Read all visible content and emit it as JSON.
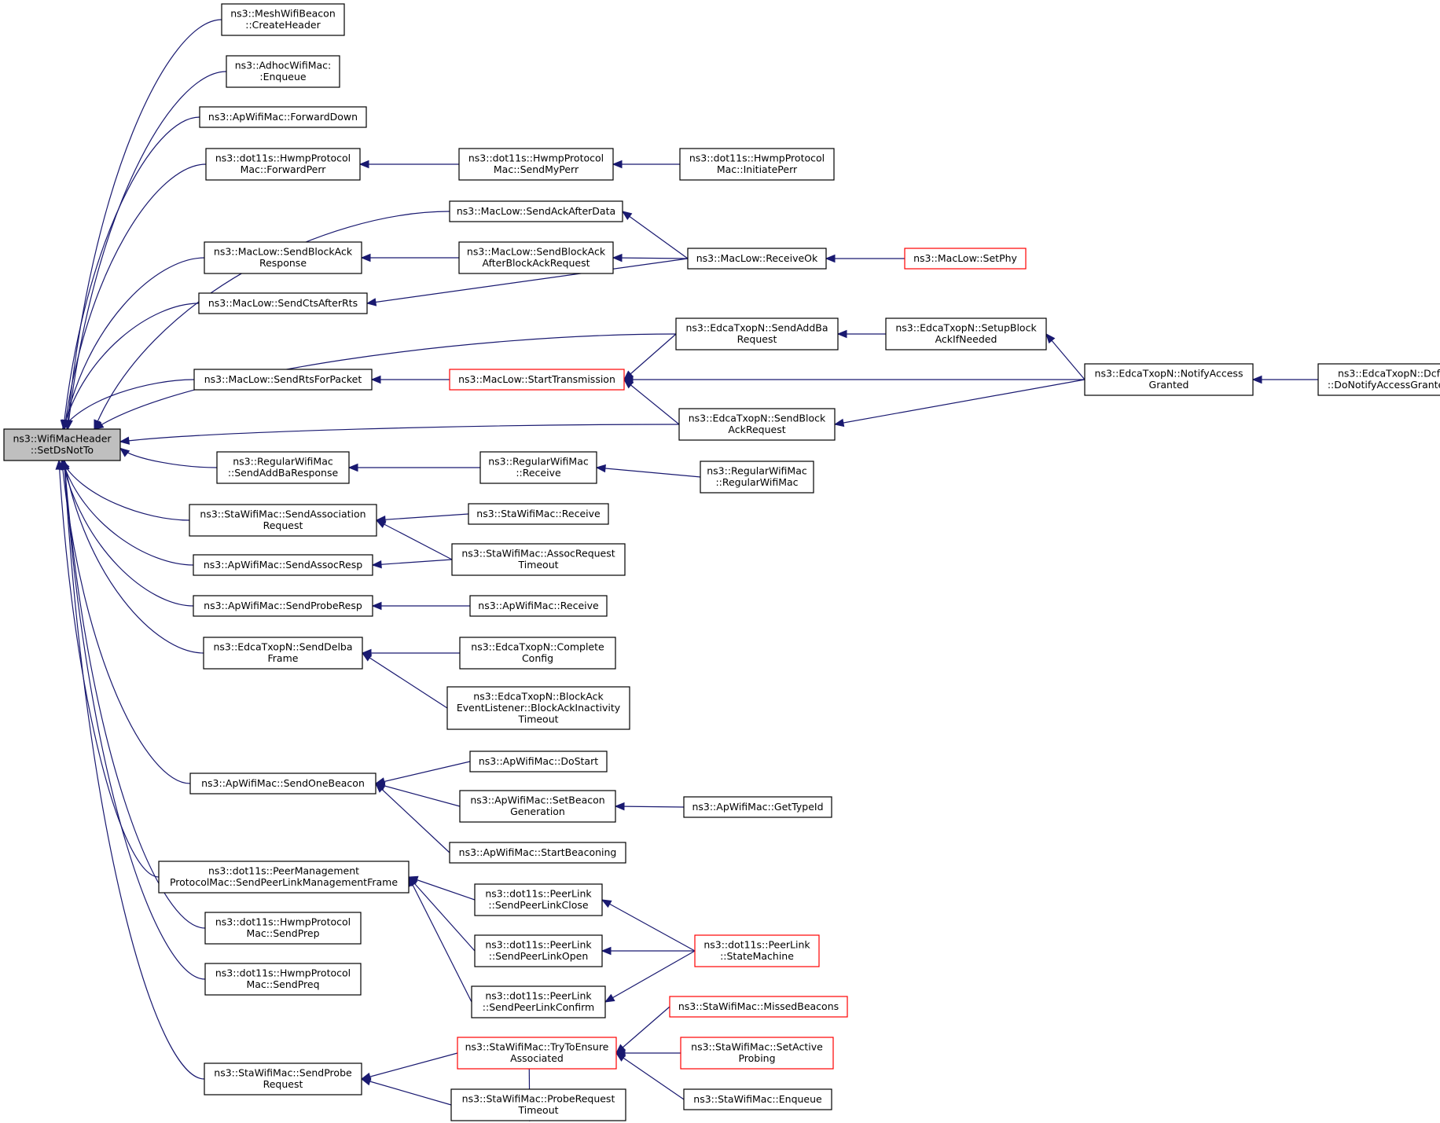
{
  "colors": {
    "edge": "#191970",
    "node_border": "#000000",
    "truncated_node_border": "#ff0000",
    "root_fill": "#bfbfbf"
  },
  "nodes": [
    {
      "id": "root",
      "lines": [
        "ns3::WifiMacHeader",
        "::SetDsNotTo"
      ],
      "style": "root"
    },
    {
      "id": "n1",
      "lines": [
        "ns3::MeshWifiBeacon",
        "::CreateHeader"
      ]
    },
    {
      "id": "n2",
      "lines": [
        "ns3::AdhocWifiMac:",
        ":Enqueue"
      ]
    },
    {
      "id": "n3",
      "lines": [
        "ns3::ApWifiMac::ForwardDown"
      ]
    },
    {
      "id": "n4",
      "lines": [
        "ns3::dot11s::HwmpProtocol",
        "Mac::ForwardPerr"
      ]
    },
    {
      "id": "n5",
      "lines": [
        "ns3::MacLow::SendBlockAck",
        "Response"
      ]
    },
    {
      "id": "n6",
      "lines": [
        "ns3::MacLow::SendCtsAfterRts"
      ]
    },
    {
      "id": "n7",
      "lines": [
        "ns3::MacLow::SendRtsForPacket"
      ]
    },
    {
      "id": "n8",
      "lines": [
        "ns3::RegularWifiMac",
        "::SendAddBaResponse"
      ]
    },
    {
      "id": "n9",
      "lines": [
        "ns3::StaWifiMac::SendAssociation",
        "Request"
      ]
    },
    {
      "id": "n10",
      "lines": [
        "ns3::ApWifiMac::SendAssocResp"
      ]
    },
    {
      "id": "n11",
      "lines": [
        "ns3::ApWifiMac::SendProbeResp"
      ]
    },
    {
      "id": "n12",
      "lines": [
        "ns3::EdcaTxopN::SendDelba",
        "Frame"
      ]
    },
    {
      "id": "n13",
      "lines": [
        "ns3::ApWifiMac::SendOneBeacon"
      ]
    },
    {
      "id": "n14",
      "lines": [
        "ns3::dot11s::PeerManagement",
        "ProtocolMac::SendPeerLinkManagementFrame"
      ]
    },
    {
      "id": "n15",
      "lines": [
        "ns3::dot11s::HwmpProtocol",
        "Mac::SendPrep"
      ]
    },
    {
      "id": "n16",
      "lines": [
        "ns3::dot11s::HwmpProtocol",
        "Mac::SendPreq"
      ]
    },
    {
      "id": "n17",
      "lines": [
        "ns3::StaWifiMac::SendProbe",
        "Request"
      ]
    },
    {
      "id": "m1",
      "lines": [
        "ns3::dot11s::HwmpProtocol",
        "Mac::SendMyPerr"
      ]
    },
    {
      "id": "m2",
      "lines": [
        "ns3::MacLow::SendAckAfterData"
      ]
    },
    {
      "id": "m3",
      "lines": [
        "ns3::MacLow::SendBlockAck",
        "AfterBlockAckRequest"
      ]
    },
    {
      "id": "m4",
      "lines": [
        "ns3::MacLow::StartTransmission"
      ],
      "style": "red"
    },
    {
      "id": "m5",
      "lines": [
        "ns3::RegularWifiMac",
        "::Receive"
      ]
    },
    {
      "id": "m6",
      "lines": [
        "ns3::StaWifiMac::Receive"
      ]
    },
    {
      "id": "m7",
      "lines": [
        "ns3::StaWifiMac::AssocRequest",
        "Timeout"
      ]
    },
    {
      "id": "m8",
      "lines": [
        "ns3::ApWifiMac::Receive"
      ]
    },
    {
      "id": "m9",
      "lines": [
        "ns3::EdcaTxopN::Complete",
        "Config"
      ]
    },
    {
      "id": "m10",
      "lines": [
        "ns3::EdcaTxopN::BlockAck",
        "EventListener::BlockAckInactivity",
        "Timeout"
      ]
    },
    {
      "id": "m11",
      "lines": [
        "ns3::ApWifiMac::DoStart"
      ]
    },
    {
      "id": "m12",
      "lines": [
        "ns3::ApWifiMac::SetBeacon",
        "Generation"
      ]
    },
    {
      "id": "m13",
      "lines": [
        "ns3::ApWifiMac::StartBeaconing"
      ]
    },
    {
      "id": "m14",
      "lines": [
        "ns3::dot11s::PeerLink",
        "::SendPeerLinkClose"
      ]
    },
    {
      "id": "m15",
      "lines": [
        "ns3::dot11s::PeerLink",
        "::SendPeerLinkOpen"
      ]
    },
    {
      "id": "m16",
      "lines": [
        "ns3::dot11s::PeerLink",
        "::SendPeerLinkConfirm"
      ]
    },
    {
      "id": "m17",
      "lines": [
        "ns3::StaWifiMac::TryToEnsure",
        "Associated"
      ],
      "style": "red"
    },
    {
      "id": "m18",
      "lines": [
        "ns3::StaWifiMac::ProbeRequest",
        "Timeout"
      ]
    },
    {
      "id": "r1",
      "lines": [
        "ns3::dot11s::HwmpProtocol",
        "Mac::InitiatePerr"
      ]
    },
    {
      "id": "r2",
      "lines": [
        "ns3::MacLow::ReceiveOk"
      ]
    },
    {
      "id": "r3",
      "lines": [
        "ns3::EdcaTxopN::SendAddBa",
        "Request"
      ]
    },
    {
      "id": "r4",
      "lines": [
        "ns3::EdcaTxopN::SendBlock",
        "AckRequest"
      ]
    },
    {
      "id": "r5",
      "lines": [
        "ns3::RegularWifiMac",
        "::RegularWifiMac"
      ]
    },
    {
      "id": "r6",
      "lines": [
        "ns3::ApWifiMac::GetTypeId"
      ]
    },
    {
      "id": "r7",
      "lines": [
        "ns3::dot11s::PeerLink",
        "::StateMachine"
      ],
      "style": "red"
    },
    {
      "id": "r8",
      "lines": [
        "ns3::StaWifiMac::MissedBeacons"
      ],
      "style": "red"
    },
    {
      "id": "r9",
      "lines": [
        "ns3::StaWifiMac::SetActive",
        "Probing"
      ],
      "style": "red"
    },
    {
      "id": "r10",
      "lines": [
        "ns3::StaWifiMac::Enqueue"
      ]
    },
    {
      "id": "s1",
      "lines": [
        "ns3::MacLow::SetPhy"
      ],
      "style": "red"
    },
    {
      "id": "s2",
      "lines": [
        "ns3::EdcaTxopN::SetupBlock",
        "AckIfNeeded"
      ]
    },
    {
      "id": "t1",
      "lines": [
        "ns3::EdcaTxopN::NotifyAccess",
        "Granted"
      ]
    },
    {
      "id": "u1",
      "lines": [
        "ns3::EdcaTxopN::Dcf",
        "::DoNotifyAccessGranted"
      ]
    }
  ],
  "edges": [
    [
      "n1",
      "root"
    ],
    [
      "n2",
      "root"
    ],
    [
      "n3",
      "root"
    ],
    [
      "n4",
      "root"
    ],
    [
      "m2",
      "root"
    ],
    [
      "n5",
      "root"
    ],
    [
      "n6",
      "root"
    ],
    [
      "r3",
      "root"
    ],
    [
      "n7",
      "root"
    ],
    [
      "r4",
      "root"
    ],
    [
      "n8",
      "root"
    ],
    [
      "n9",
      "root"
    ],
    [
      "n10",
      "root"
    ],
    [
      "n11",
      "root"
    ],
    [
      "n12",
      "root"
    ],
    [
      "n13",
      "root"
    ],
    [
      "n14",
      "root"
    ],
    [
      "n15",
      "root"
    ],
    [
      "n16",
      "root"
    ],
    [
      "n17",
      "root"
    ],
    [
      "m1",
      "n4"
    ],
    [
      "r1",
      "m1"
    ],
    [
      "r2",
      "m2"
    ],
    [
      "m3",
      "n5"
    ],
    [
      "r2",
      "m3"
    ],
    [
      "r2",
      "n6"
    ],
    [
      "s1",
      "r2"
    ],
    [
      "s2",
      "r3"
    ],
    [
      "t1",
      "s2"
    ],
    [
      "u1",
      "t1"
    ],
    [
      "m4",
      "n7"
    ],
    [
      "r3",
      "m4"
    ],
    [
      "t1",
      "m4"
    ],
    [
      "r4",
      "m4"
    ],
    [
      "t1",
      "r4"
    ],
    [
      "m5",
      "n8"
    ],
    [
      "r5",
      "m5"
    ],
    [
      "m6",
      "n9"
    ],
    [
      "m7",
      "n9"
    ],
    [
      "m7",
      "n10"
    ],
    [
      "m8",
      "n11"
    ],
    [
      "m9",
      "n12"
    ],
    [
      "m10",
      "n12"
    ],
    [
      "m11",
      "n13"
    ],
    [
      "m12",
      "n13"
    ],
    [
      "m13",
      "n13"
    ],
    [
      "r6",
      "m12"
    ],
    [
      "m14",
      "n14"
    ],
    [
      "m15",
      "n14"
    ],
    [
      "m16",
      "n14"
    ],
    [
      "r7",
      "m14"
    ],
    [
      "r7",
      "m15"
    ],
    [
      "r7",
      "m16"
    ],
    [
      "m17",
      "n17"
    ],
    [
      "m18",
      "n17"
    ],
    [
      "m17",
      "m18"
    ],
    [
      "r8",
      "m17"
    ],
    [
      "r9",
      "m17"
    ],
    [
      "r10",
      "m17"
    ]
  ]
}
